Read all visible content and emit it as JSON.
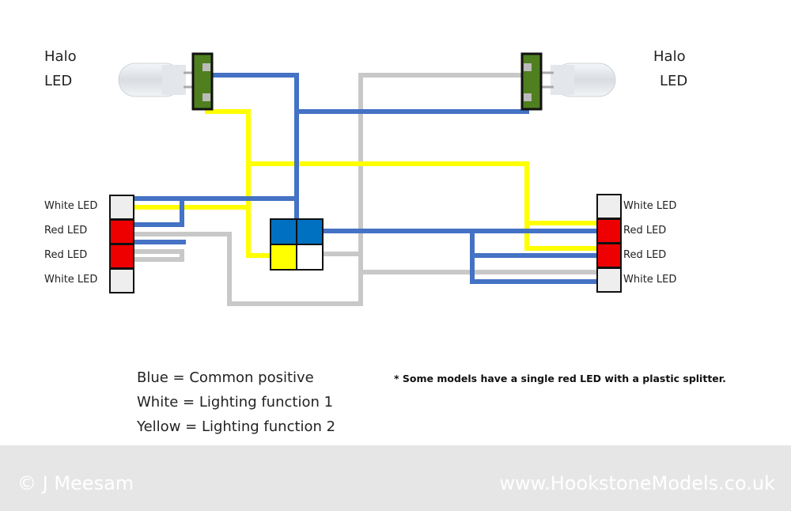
{
  "halo_left": {
    "line1": "Halo",
    "line2": "LED"
  },
  "halo_right": {
    "line1": "Halo",
    "line2": "LED"
  },
  "left_block": [
    "White LED",
    "Red LED",
    "Red LED",
    "White LED"
  ],
  "right_block": [
    "White LED",
    "Red LED",
    "Red LED",
    "White LED"
  ],
  "legend": [
    "Blue = Common positive",
    "White = Lighting function 1",
    "Yellow = Lighting function 2"
  ],
  "note": "* Some models have a single red LED with a plastic splitter.",
  "footer": {
    "copyright": "© J Meesam",
    "website": "www.HookstoneModels.co.uk"
  },
  "colors": {
    "blue": "#4472c4",
    "white_wire": "#c8c8c8",
    "yellow": "#ffff00",
    "red_led": "#ee0000",
    "white_led": "#eeeeee",
    "green_pcb": "#4f7f1f",
    "junction_blue": "#0070c0",
    "footer_bg": "#e6e6e6"
  }
}
